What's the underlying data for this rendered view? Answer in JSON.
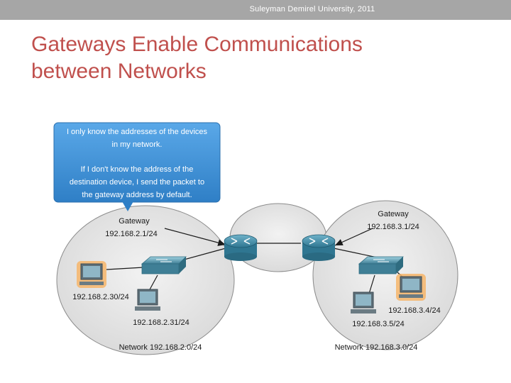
{
  "header": {
    "text": "Suleyman Demirel University, 2011"
  },
  "slide": {
    "title_line1": "Gateways Enable Communications",
    "title_line2": "between Networks"
  },
  "callout": {
    "lines": [
      "I only know the addresses of the devices",
      "in my network.",
      "If I don't know the address of the",
      "destination device, I send the packet to",
      "the gateway address by default."
    ]
  },
  "left_network": {
    "gateway_label": "Gateway",
    "gateway_ip": "192.168.2.1/24",
    "host1_ip": "192.168.2.30/24",
    "host2_ip": "192.168.2.31/24",
    "network_label": "Network 192.168.2.0/24"
  },
  "right_network": {
    "gateway_label": "Gateway",
    "gateway_ip": "192.168.3.1/24",
    "host1_ip": "192.168.3.4/24",
    "host2_ip": "192.168.3.5/24",
    "network_label": "Network 192.168.3.0/24"
  },
  "colors": {
    "title": "#c0504d",
    "callout": "#3b8fd6",
    "router": "#3f8ea8",
    "switch": "#4d8fa5",
    "highlight": "#f29a2e"
  }
}
